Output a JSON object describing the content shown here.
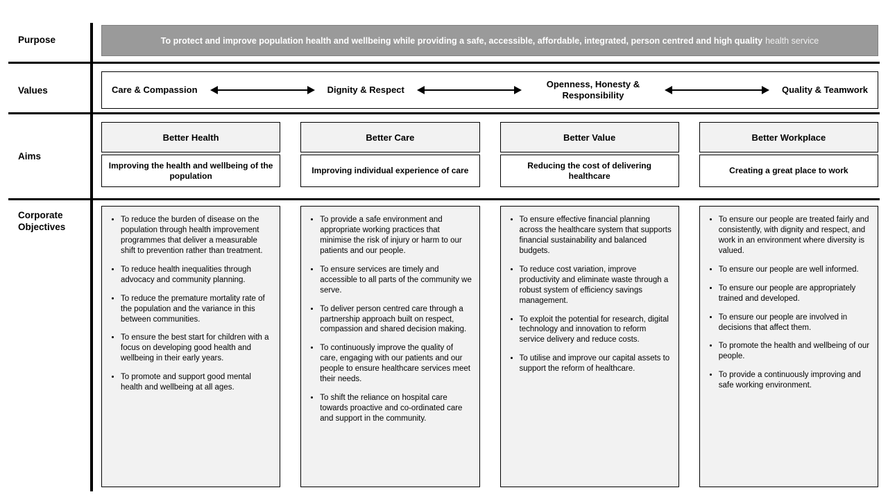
{
  "purpose": {
    "label": "Purpose",
    "text_bold": "To protect and improve population health and wellbeing while providing a safe, accessible, affordable, integrated, person centred and high quality",
    "text_light": "health service"
  },
  "values": {
    "label": "Values",
    "items": [
      "Care & Compassion",
      "Dignity & Respect",
      "Openness, Honesty & Responsibility",
      "Quality & Teamwork"
    ]
  },
  "aims": {
    "label": "Aims",
    "items": [
      {
        "title": "Better Health",
        "subtitle": "Improving the health and wellbeing of the population"
      },
      {
        "title": "Better Care",
        "subtitle": "Improving individual experience of care"
      },
      {
        "title": "Better Value",
        "subtitle": "Reducing the cost of delivering healthcare"
      },
      {
        "title": "Better Workplace",
        "subtitle": "Creating a great place to work"
      }
    ]
  },
  "objectives": {
    "label": "Corporate Objectives",
    "columns": [
      {
        "bullets": [
          "To reduce the burden of disease on the population through health improvement programmes that deliver a measurable shift to prevention rather than treatment.",
          "To reduce health inequalities through advocacy and community planning.",
          "To reduce the premature mortality rate of the population and the variance in this between communities.",
          "To ensure the best start for children with a focus on developing good health and wellbeing in their early years.",
          "To promote and support good mental health and wellbeing at all ages."
        ]
      },
      {
        "bullets": [
          "To provide a safe environment and appropriate working practices that minimise the risk of injury or harm to our patients and our people.",
          "To ensure services are timely and accessible to all parts of the community we serve.",
          "To deliver person centred care through a partnership approach built on respect, compassion and shared decision making.",
          "To continuously improve the quality of care, engaging with our patients and our people to ensure healthcare services meet their needs.",
          "To shift the reliance on hospital care towards proactive and co-ordinated care and support in the community."
        ]
      },
      {
        "bullets": [
          "To ensure effective financial planning across the healthcare system that supports financial sustainability and balanced budgets.",
          "To reduce cost variation, improve productivity and eliminate waste through a robust system of efficiency savings management.",
          "To exploit the potential for research, digital technology and innovation to reform service delivery and reduce costs.",
          "To utilise and improve our capital assets to support the reform of healthcare."
        ]
      },
      {
        "bullets": [
          "To ensure our people are treated fairly and consistently, with dignity and respect, and work in an environment where diversity is valued.",
          "To ensure our people are well informed.",
          "To ensure our people are appropriately trained and developed.",
          "To ensure our people are involved in decisions that affect them.",
          "To promote the health and wellbeing of our people.",
          "To provide a continuously improving and safe working environment."
        ]
      }
    ]
  },
  "colors": {
    "banner_gray": "#9a9a9a",
    "panel_gray": "#f2f2f2",
    "line_black": "#000000"
  }
}
